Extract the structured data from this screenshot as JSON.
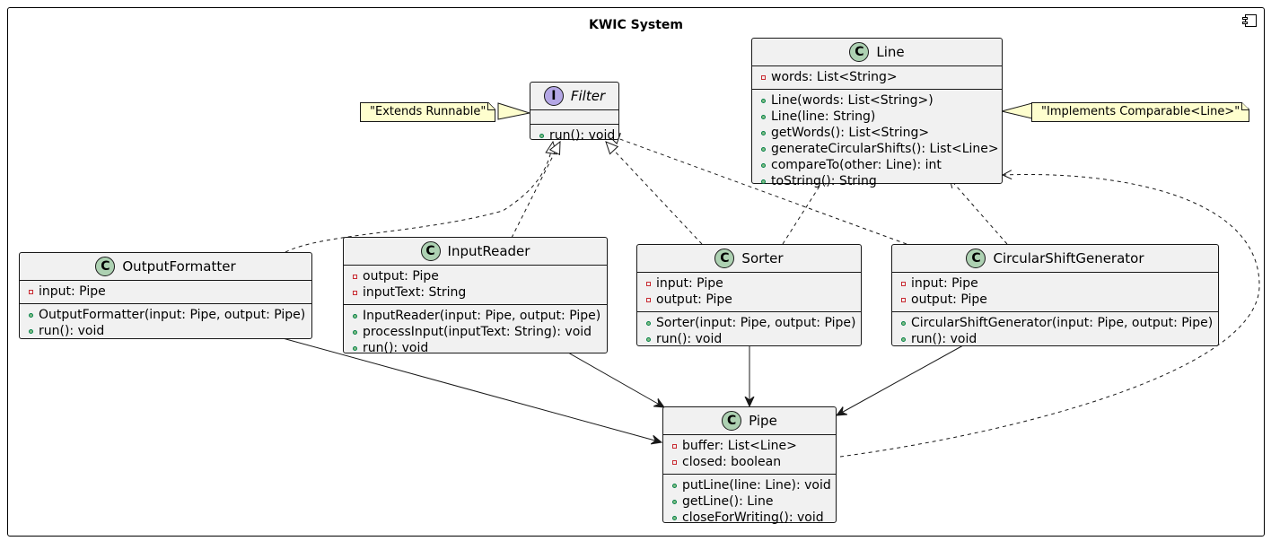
{
  "title": "KWIC System",
  "colors": {
    "class_fill": "#f1f1f1",
    "class_badge": "#add1b2",
    "interface_badge": "#b4a7e5",
    "note_fill": "#fefece",
    "private_marker": "#c82930",
    "public_marker": "#84be84"
  },
  "classes": {
    "filter": {
      "badge": "I",
      "name": "Filter",
      "fields": [],
      "methods": [
        "run(): void"
      ]
    },
    "line": {
      "badge": "C",
      "name": "Line",
      "fields": [
        "words: List<String>"
      ],
      "methods": [
        "Line(words: List<String>)",
        "Line(line: String)",
        "getWords(): List<String>",
        "generateCircularShifts(): List<Line>",
        "compareTo(other: Line): int",
        "toString(): String"
      ]
    },
    "output_formatter": {
      "badge": "C",
      "name": "OutputFormatter",
      "fields": [
        "input: Pipe"
      ],
      "methods": [
        "OutputFormatter(input: Pipe, output: Pipe)",
        "run(): void"
      ]
    },
    "input_reader": {
      "badge": "C",
      "name": "InputReader",
      "fields": [
        "output: Pipe",
        "inputText: String"
      ],
      "methods": [
        "InputReader(input: Pipe, output: Pipe)",
        "processInput(inputText: String): void",
        "run(): void"
      ]
    },
    "sorter": {
      "badge": "C",
      "name": "Sorter",
      "fields": [
        "input: Pipe",
        "output: Pipe"
      ],
      "methods": [
        "Sorter(input: Pipe, output: Pipe)",
        "run(): void"
      ]
    },
    "circular_shift_generator": {
      "badge": "C",
      "name": "CircularShiftGenerator",
      "fields": [
        "input: Pipe",
        "output: Pipe"
      ],
      "methods": [
        "CircularShiftGenerator(input: Pipe, output: Pipe)",
        "run(): void"
      ]
    },
    "pipe": {
      "badge": "C",
      "name": "Pipe",
      "fields": [
        "buffer: List<Line>",
        "closed: boolean"
      ],
      "methods": [
        "putLine(line: Line): void",
        "getLine(): Line",
        "closeForWriting(): void"
      ]
    }
  },
  "notes": {
    "filter_note": "\"Extends Runnable\"",
    "line_note": "\"Implements Comparable<Line>\""
  }
}
